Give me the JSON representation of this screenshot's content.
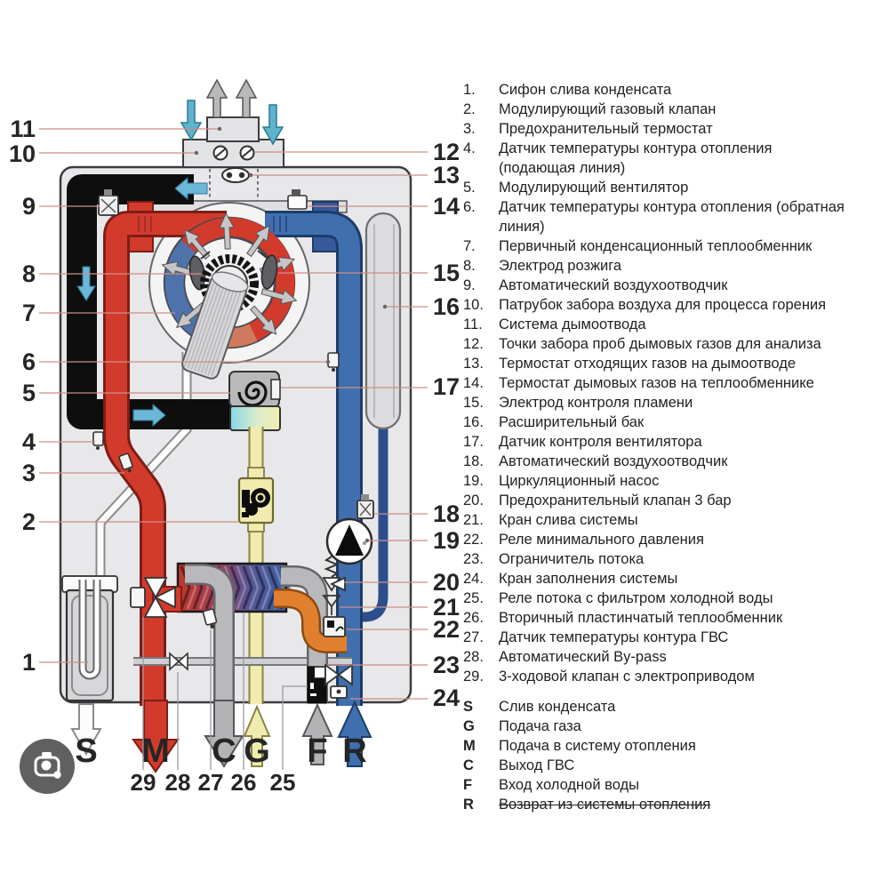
{
  "legend": {
    "items": [
      {
        "num": "1.",
        "text": "Сифон слива конденсата"
      },
      {
        "num": "2.",
        "text": "Модулирующий газовый клапан"
      },
      {
        "num": "3.",
        "text": "Предохранительный термостат"
      },
      {
        "num": "4.",
        "text": "Датчик температуры контура отопления\n(подающая линия)"
      },
      {
        "num": "5.",
        "text": "Модулирующий вентилятор"
      },
      {
        "num": "6.",
        "text": "Датчик температуры контура отопления (обратная\nлиния)"
      },
      {
        "num": "7.",
        "text": "Первичный конденсационный теплообменник"
      },
      {
        "num": "8.",
        "text": "Электрод розжига"
      },
      {
        "num": "9.",
        "text": "Автоматический воздухоотводчик"
      },
      {
        "num": "10.",
        "text": "Патрубок забора воздуха для процесса горения"
      },
      {
        "num": "11.",
        "text": "Система дымоотвода"
      },
      {
        "num": "12.",
        "text": "Точки забора проб дымовых газов для анализа"
      },
      {
        "num": "13.",
        "text": "Термостат отходящих газов на дымоотводе"
      },
      {
        "num": "14.",
        "text": "Термостат дымовых газов на теплообменнике"
      },
      {
        "num": "15.",
        "text": "Электрод контроля пламени"
      },
      {
        "num": "16.",
        "text": "Расширительный бак"
      },
      {
        "num": "17.",
        "text": "Датчик контроля вентилятора"
      },
      {
        "num": "18.",
        "text": "Автоматический воздухоотводчик"
      },
      {
        "num": "19.",
        "text": "Циркуляционный насос"
      },
      {
        "num": "20.",
        "text": "Предохранительный клапан 3 бар"
      },
      {
        "num": "21.",
        "text": "Кран слива системы"
      },
      {
        "num": "22.",
        "text": "Реле минимального давления"
      },
      {
        "num": "23.",
        "text": "Ограничитель потока"
      },
      {
        "num": "24.",
        "text": "Кран заполнения системы"
      },
      {
        "num": "25.",
        "text": "Реле потока с фильтром холодной воды"
      },
      {
        "num": "26.",
        "text": "Вторичный пластинчатый теплообменник"
      },
      {
        "num": "27.",
        "text": "Датчик температуры контура ГВС"
      },
      {
        "num": "28.",
        "text": "Автоматический By-pass"
      },
      {
        "num": "29.",
        "text": "3-ходовой клапан с электроприводом"
      }
    ],
    "ports": [
      {
        "num": "S",
        "text": "Слив конденсата"
      },
      {
        "num": "G",
        "text": "Подача газа"
      },
      {
        "num": "M",
        "text": "Подача в систему отопления"
      },
      {
        "num": "C",
        "text": "Выход ГВС"
      },
      {
        "num": "F",
        "text": "Вход холодной воды"
      },
      {
        "num": "R",
        "text": "Возврат из системы отопления",
        "strike": true
      }
    ]
  },
  "diagram": {
    "left_labels": [
      "11",
      "10",
      "9",
      "8",
      "7",
      "6",
      "5",
      "4",
      "3",
      "2",
      "1"
    ],
    "right_labels": [
      "12",
      "13",
      "14",
      "15",
      "16",
      "17",
      "18",
      "19",
      "20",
      "21",
      "22",
      "23",
      "24"
    ],
    "bottom_numbers": [
      "29",
      "28",
      "27",
      "26",
      "25"
    ],
    "port_letters": [
      "S",
      "M",
      "C",
      "G",
      "F",
      "R"
    ],
    "icons": {
      "lens": "google-lens-camera-icon"
    },
    "colors": {
      "heating_flow": "#d23a2c",
      "heating_return": "#3f6fae",
      "flue": "#0e0e0e",
      "air_arrow": "#66b5d4",
      "gas": "#f0ecb0",
      "dhw": "#b3b3b5",
      "bypass_orange": "#e0802e",
      "callout_line": "#cf8d88",
      "case": "#e8e8ea"
    }
  }
}
